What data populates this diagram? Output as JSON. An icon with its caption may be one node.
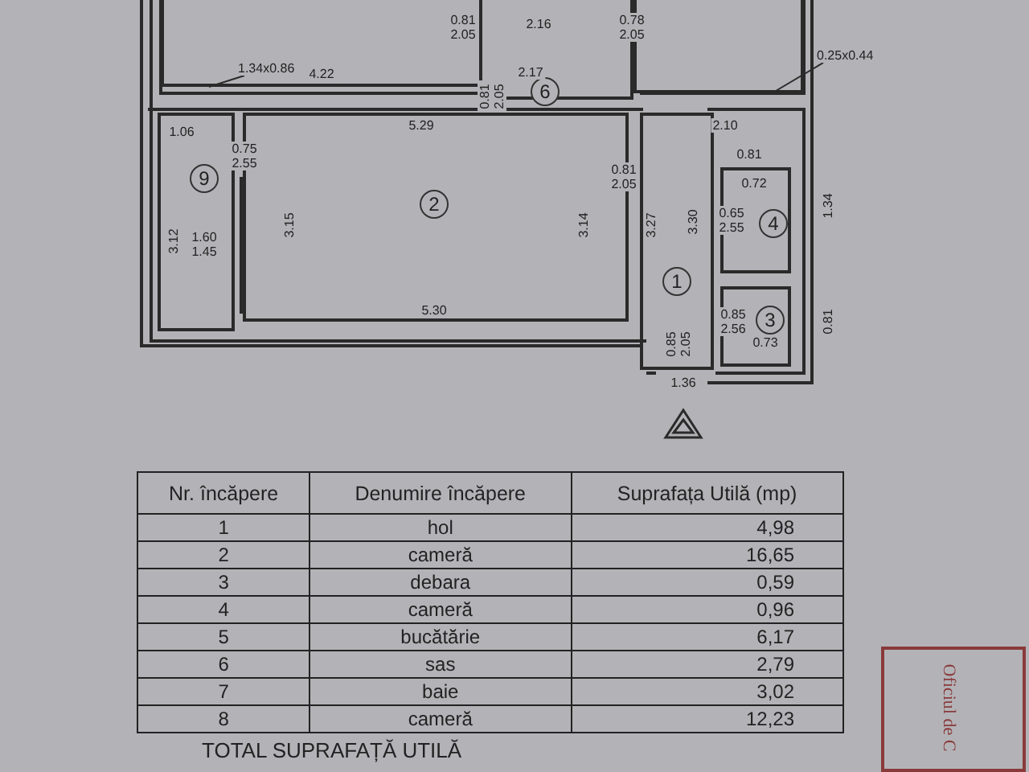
{
  "diagram": {
    "nodes": [
      {
        "text": [],
        "shape": "box"
      },
      {
        "text": [
          "6"
        ]
      },
      {
        "text": [],
        "shape": "box"
      },
      {
        "text": [
          "9"
        ]
      },
      {
        "text": [
          "2"
        ]
      },
      {
        "text": [
          "4"
        ]
      },
      {
        "text": [
          "1"
        ]
      },
      {
        "text": [
          "3"
        ]
      },
      {
        "text": [
          "1.34x0.86"
        ],
        "in": 0
      },
      {
        "text": [
          "0.25x0.44"
        ]
      }
    ],
    "edges": [
      {
        "from": 8,
        "to": 0,
        "arrow": "none"
      },
      {
        "from": 9,
        "to": 2,
        "arrow": "none"
      }
    ],
    "labels": [
      "0.81 2.05",
      "2.16",
      "0.78 2.05",
      "4.22",
      "2.17",
      "0.81 2.05",
      "1.06",
      "0.75 2.55",
      "5.29",
      "2.10",
      "0.81",
      "0.81 2.05",
      "0.72",
      "0.65 2.55",
      "1.34",
      "3.12",
      "1.60 1.45",
      "3.15",
      "3.14",
      "3.27",
      "3.30",
      "0.85 2.56",
      "0.81",
      "0.73",
      "5.30",
      "0.85 2.05",
      "1.36",
      "Nr. încăpere",
      "Denumire încăpere",
      "Suprafața Utilă (mp)",
      "1",
      "hol",
      "4,98",
      "2",
      "cameră",
      "16,65",
      "3",
      "debara",
      "0,59",
      "4",
      "cameră",
      "0,96",
      "5",
      "bucătărie",
      "6,17",
      "6",
      "sas",
      "2,79",
      "7",
      "baie",
      "3,02",
      "8",
      "cameră",
      "12,23",
      "TOTAL SUPRAFAȚĂ UTILĂ",
      "Oficiul de C"
    ]
  }
}
